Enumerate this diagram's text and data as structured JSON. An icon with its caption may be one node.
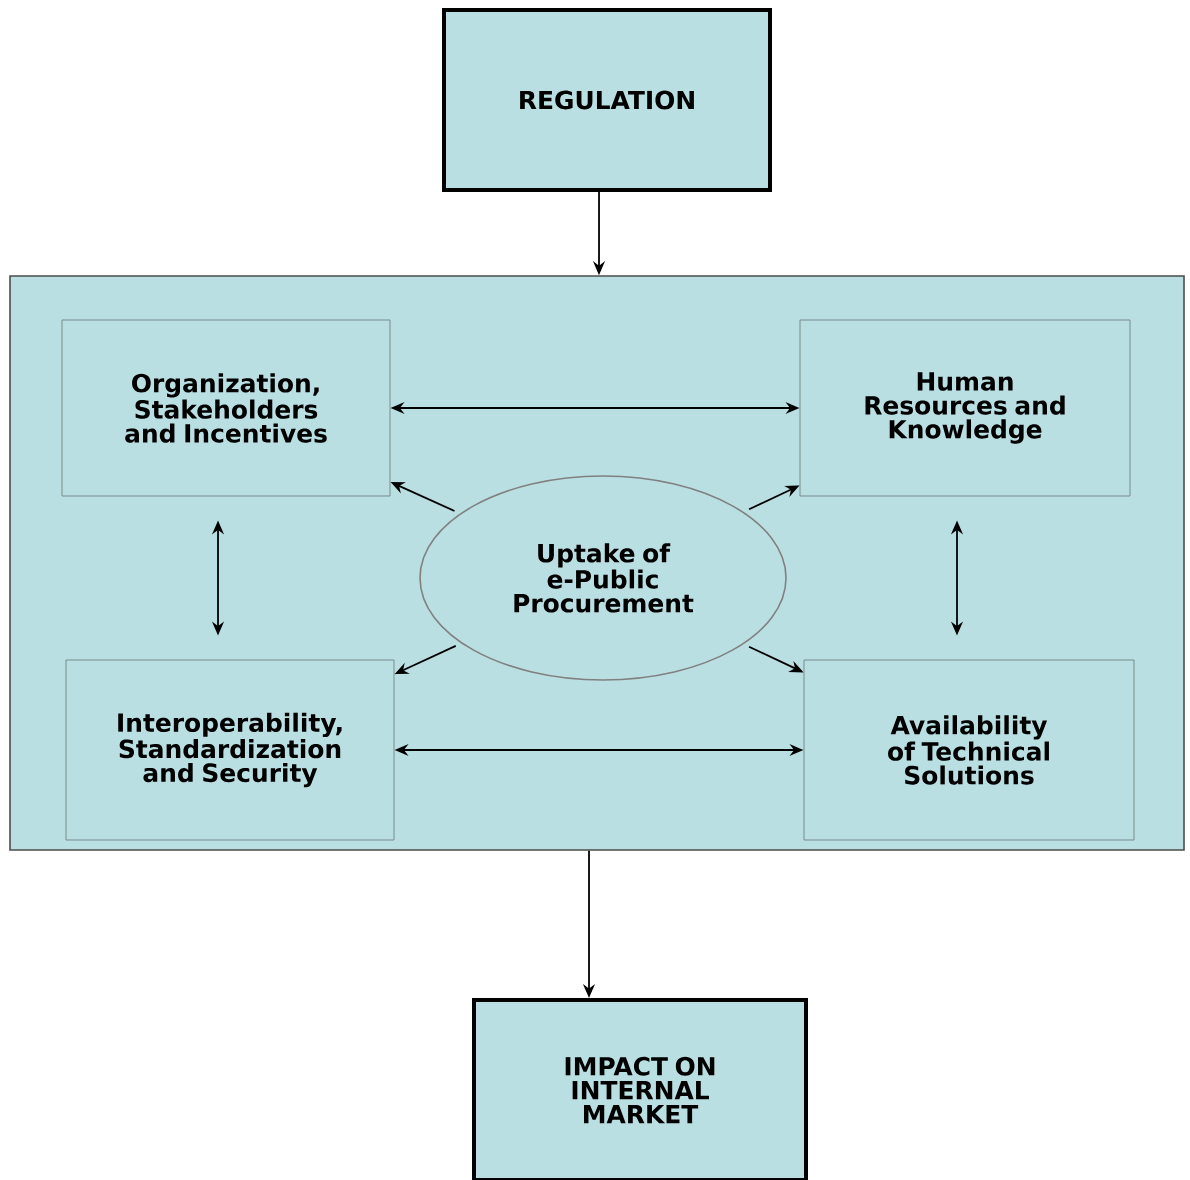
{
  "diagram": {
    "nodes": [
      {
        "text": [
          "REGULATION"
        ]
      },
      {
        "text": [],
        "shape": "box"
      },
      {
        "text": [
          "Organization, Stakeholders and Incentives"
        ],
        "in": 1
      },
      {
        "text": [
          "Human Resources and Knowledge"
        ],
        "in": 1
      },
      {
        "text": [
          "Uptake of e-Public Procurement"
        ],
        "in": 1
      },
      {
        "text": [
          "Interoperability, Standardization and Security"
        ],
        "in": 1
      },
      {
        "text": [
          "Availability of Technical Solutions"
        ],
        "in": 1
      },
      {
        "text": [
          "IMPACT ON INTERNAL MARKET"
        ]
      }
    ],
    "edges": [
      {
        "from": 0,
        "to": 1,
        "arrow": "to"
      },
      {
        "from": 2,
        "to": 3,
        "arrow": "both"
      },
      {
        "from": 2,
        "to": 5,
        "arrow": "both"
      },
      {
        "from": 3,
        "to": 6,
        "arrow": "both"
      },
      {
        "from": 4,
        "to": 2,
        "arrow": "to"
      },
      {
        "from": 4,
        "to": 3,
        "arrow": "to"
      },
      {
        "from": 4,
        "to": 5,
        "arrow": "to"
      },
      {
        "from": 4,
        "to": 6,
        "arrow": "to"
      },
      {
        "from": 5,
        "to": 6,
        "arrow": "both"
      },
      {
        "from": 1,
        "to": 7,
        "arrow": "to"
      }
    ]
  }
}
